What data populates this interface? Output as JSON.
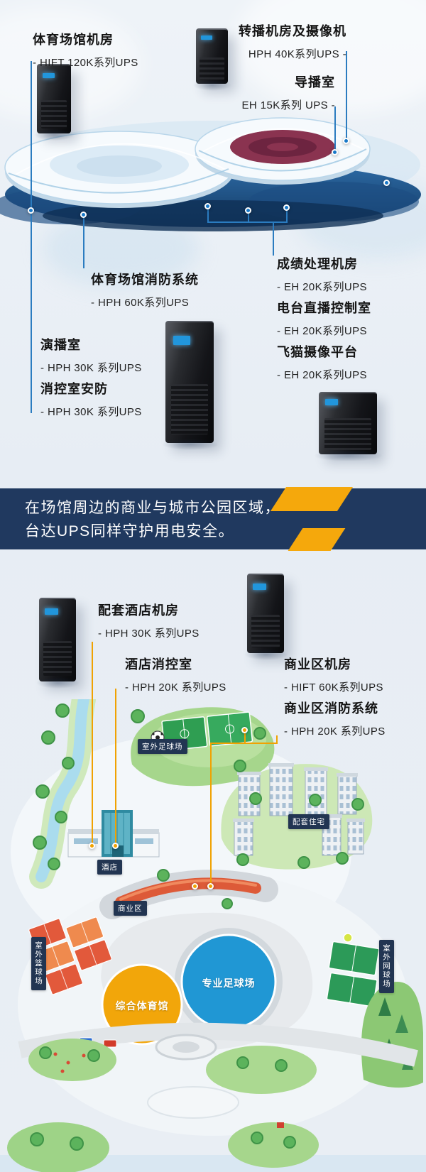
{
  "colors": {
    "accent_blue": "#2b7cc0",
    "accent_orange": "#f0a202",
    "banner_bg": "#20395f",
    "badge_bg": "#223552",
    "gym_circle": "#f2a60a",
    "stadium_circle": "#2097d4"
  },
  "top": {
    "callouts": [
      {
        "title": "体育场馆机房",
        "detail": "- HIFT 120K系列UPS"
      },
      {
        "title": "转播机房及摄像机",
        "detail": "HPH 40K系列UPS -"
      },
      {
        "title": "导播室",
        "detail": "EH 15K系列 UPS -"
      },
      {
        "title": "体育场馆消防系统",
        "detail": "- HPH 60K系列UPS"
      },
      {
        "title": "成绩处理机房",
        "detail": "- EH 20K系列UPS"
      },
      {
        "title": "电台直播控制室",
        "detail": "- EH 20K系列UPS"
      },
      {
        "title": "飞猫摄像平台",
        "detail": "- EH 20K系列UPS"
      },
      {
        "title": "演播室",
        "detail": "- HPH 30K 系列UPS"
      },
      {
        "title": "消控室安防",
        "detail": "- HPH 30K 系列UPS"
      }
    ]
  },
  "banner": {
    "line1": "在场馆周边的商业与城市公园区域，",
    "line2": "台达UPS同样守护用电安全。"
  },
  "bottom": {
    "callouts": [
      {
        "title": "配套酒店机房",
        "detail": "- HPH 30K 系列UPS"
      },
      {
        "title": "酒店消控室",
        "detail": "- HPH 20K 系列UPS"
      },
      {
        "title": "商业区机房",
        "detail": "- HIFT 60K系列UPS"
      },
      {
        "title": "商业区消防系统",
        "detail": "- HPH 20K 系列UPS"
      }
    ],
    "map": {
      "outdoor_football": "室外足球场",
      "hotel": "酒店",
      "residences": "配套住宅",
      "commercial": "商业区",
      "outdoor_basketball": "室外篮球场",
      "gymnasium": "综合体育馆",
      "pro_football_stadium": "专业足球场",
      "outdoor_tennis": "室外网球场"
    }
  }
}
